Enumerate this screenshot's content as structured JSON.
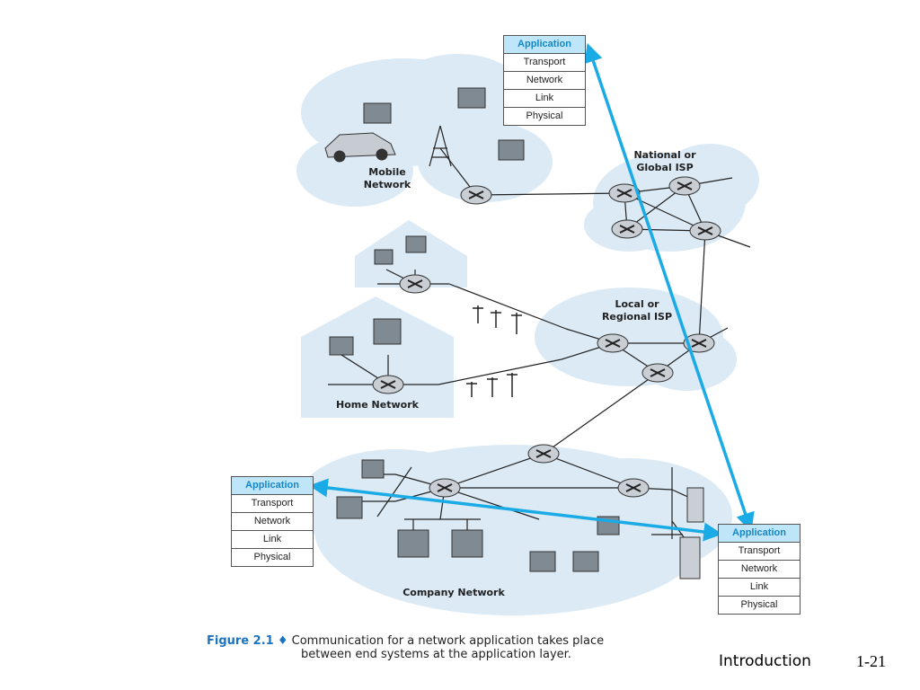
{
  "stack_top": [
    "Application",
    "Transport",
    "Network",
    "Link",
    "Physical"
  ],
  "stack_left": [
    "Application",
    "Transport",
    "Network",
    "Link",
    "Physical"
  ],
  "stack_right": [
    "Application",
    "Transport",
    "Network",
    "Link",
    "Physical"
  ],
  "labels": {
    "mobile": "Mobile Network",
    "isp_global": "National or Global ISP",
    "isp_local": "Local or Regional ISP",
    "home": "Home Network",
    "company": "Company Network"
  },
  "caption": {
    "figure": "Figure 2.1",
    "sep": "♦",
    "line1": "Communication for a network application takes place",
    "line2": "between end systems at the application layer."
  },
  "footer": {
    "title": "Introduction",
    "page": "1-21"
  },
  "colors": {
    "arrow": "#1aabe6",
    "cloud": "#dbeaf5",
    "app_layer": "#bfe6f8"
  }
}
